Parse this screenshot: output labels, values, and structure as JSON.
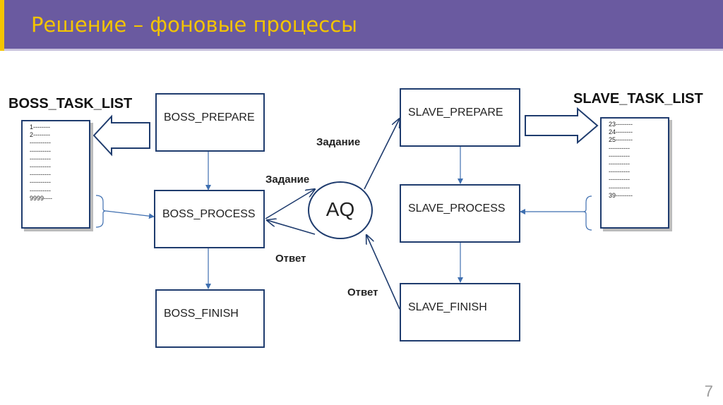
{
  "slide": {
    "title": "Решение – фоновые процессы",
    "page_number": "7"
  },
  "diagram": {
    "boss_task_list": {
      "label": "BOSS_TASK_LIST",
      "lines": [
        "1--------",
        "2--------",
        "----------",
        "----------",
        "----------",
        "----------",
        "----------",
        "----------",
        "----------",
        "9999----"
      ]
    },
    "slave_task_list": {
      "label": "SLAVE_TASK_LIST",
      "lines": [
        "23--------",
        "24--------",
        "25--------",
        "----------",
        "----------",
        "----------",
        "----------",
        "----------",
        "----------",
        "39--------"
      ]
    },
    "boxes": {
      "boss_prepare": "BOSS_PREPARE",
      "boss_process": "BOSS_PROCESS",
      "boss_finish": "BOSS_FINISH",
      "slave_prepare": "SLAVE_PREPARE",
      "slave_process": "SLAVE_PROCESS",
      "slave_finish": "SLAVE_FINISH",
      "aq": "AQ"
    },
    "edge_labels": {
      "task_top": "Задание",
      "task_mid": "Задание",
      "answer_left": "Ответ",
      "answer_bottom": "Ответ"
    },
    "colors": {
      "header": "#6a5aa0",
      "title": "#f3c400",
      "box_border": "#1f3c6e",
      "arrow": "#3f6fb0"
    }
  }
}
